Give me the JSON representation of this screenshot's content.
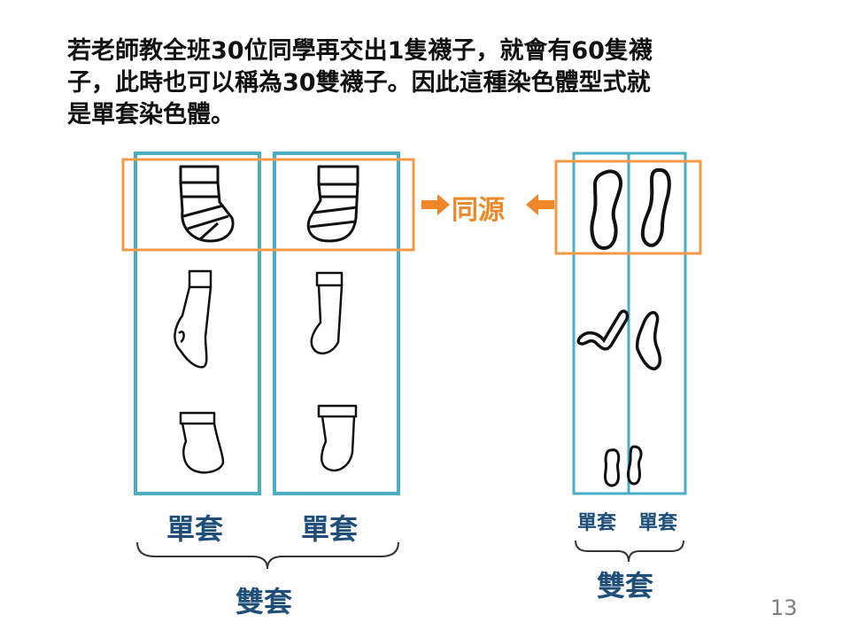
{
  "paragraph": {
    "line1": "若老師教全班30位同學再交出1隻襪子，就會有60隻襪",
    "line2": "子，此時也可以稱為30雙襪子。因此這種染色體型式就",
    "line3": "是單套染色體。"
  },
  "same_origin_label": "同源",
  "labels": {
    "socks_single_left": "單套",
    "socks_single_right": "單套",
    "socks_pair": "雙套",
    "chromo_single_left": "單套",
    "chromo_single_right": "單套",
    "chromo_pair": "雙套"
  },
  "page_number": "13",
  "colors": {
    "teal_frame": "#4aacc5",
    "orange_frame": "#f09a48",
    "orange_arrow": "#f0852a",
    "label_blue": "#1f4e79",
    "text": "#111111",
    "page_number": "#7f7f7f"
  }
}
